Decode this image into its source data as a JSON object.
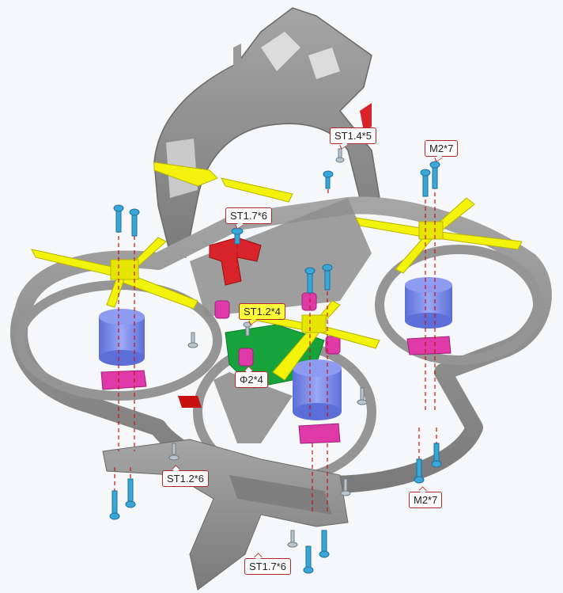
{
  "labels": {
    "st14x5": "ST1.4*5",
    "m2x7_top": "M2*7",
    "st17x6_top": "ST1.7*6",
    "st12x4": "ST1.2*4",
    "phi2x4": "Φ2*4",
    "st12x6": "ST1.2*6",
    "m2x7_bottom": "M2*7",
    "st17x6_bottom": "ST1.7*6"
  },
  "colors": {
    "frame": "#8c8c8c",
    "propeller": "#f2f20a",
    "motor": "#7d8ff0",
    "motor_mount": "#e03aa8",
    "screw": "#3aa7d8",
    "board": "#16a33c",
    "callout_border": "#b3262b",
    "guide_line": "#d01010"
  }
}
